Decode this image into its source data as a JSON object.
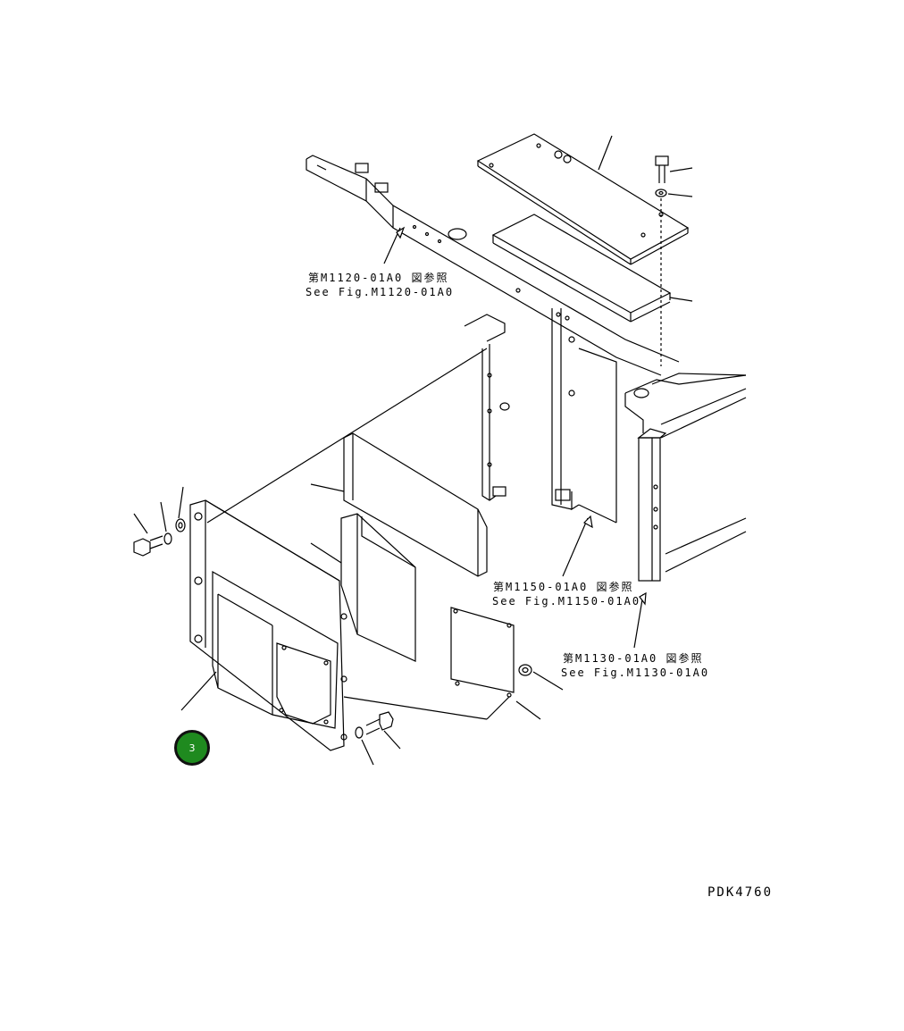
{
  "references": [
    {
      "jp": "第M1120-01A0 図参照",
      "en": "See Fig.M1120-01A0"
    },
    {
      "jp": "第M1150-01A0 図参照",
      "en": "See Fig.M1150-01A0"
    },
    {
      "jp": "第M1130-01A0 図参照",
      "en": "See Fig.M1130-01A0"
    }
  ],
  "drawing_code": "PDK4760",
  "marker": {
    "label": "3",
    "color": "#1f8a1f"
  }
}
